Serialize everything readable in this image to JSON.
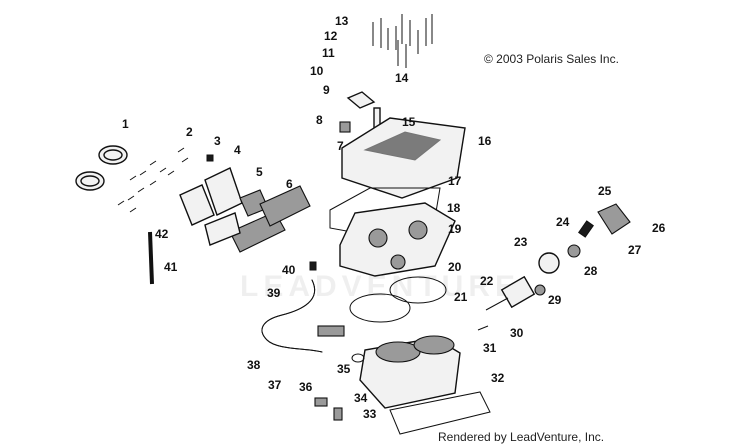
{
  "copyright": "© 2003 Polaris Sales Inc.",
  "rendered_by": "Rendered by LeadVenture, Inc.",
  "watermark": "LEADVENTURE",
  "callouts": [
    "1",
    "2",
    "3",
    "4",
    "5",
    "6",
    "7",
    "8",
    "9",
    "10",
    "11",
    "12",
    "13",
    "14",
    "15",
    "16",
    "17",
    "18",
    "19",
    "20",
    "21",
    "22",
    "23",
    "24",
    "25",
    "26",
    "27",
    "28",
    "29",
    "30",
    "31",
    "32",
    "33",
    "34",
    "35",
    "36",
    "37",
    "38",
    "39",
    "40",
    "41",
    "42"
  ]
}
